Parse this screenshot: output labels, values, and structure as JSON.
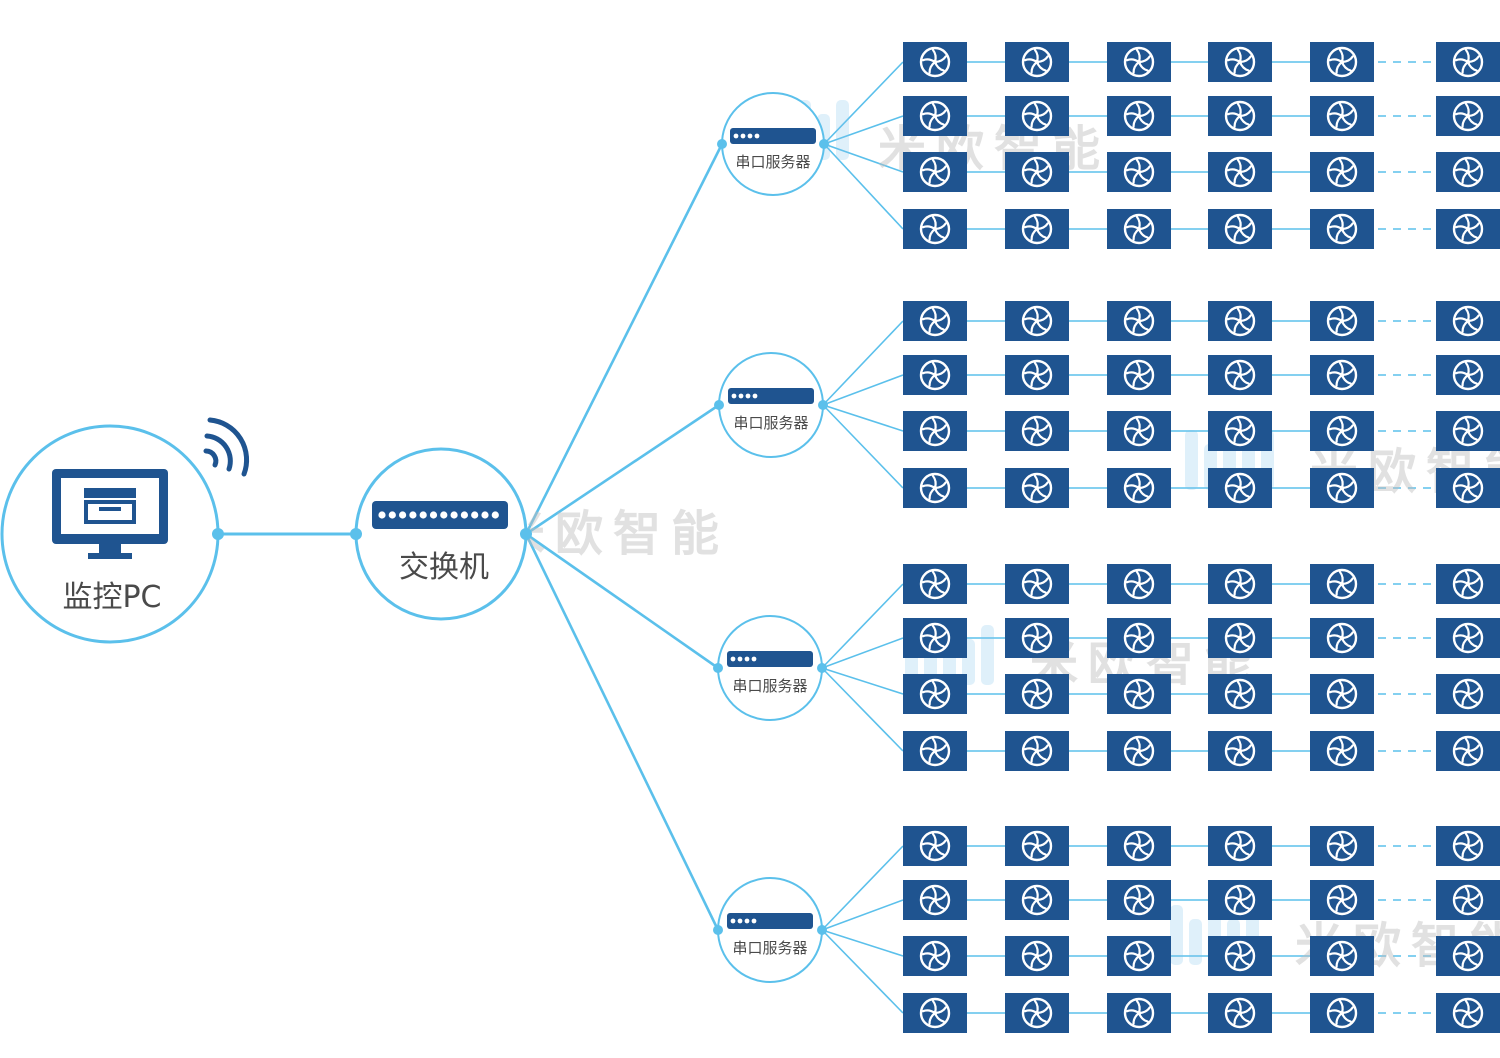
{
  "pc": {
    "label": "监控PC"
  },
  "switch": {
    "label": "交换机"
  },
  "serial_servers": [
    {
      "label": "串口服务器"
    },
    {
      "label": "串口服务器"
    },
    {
      "label": "串口服务器"
    },
    {
      "label": "串口服务器"
    }
  ],
  "watermark": "米欧智能",
  "icons": {
    "pc": "monitor-icon",
    "wifi": "wifi-signal-icon",
    "switch": "network-switch-icon",
    "serial_server": "serial-server-icon",
    "fan": "fan-icon"
  },
  "colors": {
    "link_line": "#5bc0eb",
    "node_border": "#5bc0eb",
    "device_blue": "#1f5490",
    "label_text": "#4a4a4a"
  }
}
